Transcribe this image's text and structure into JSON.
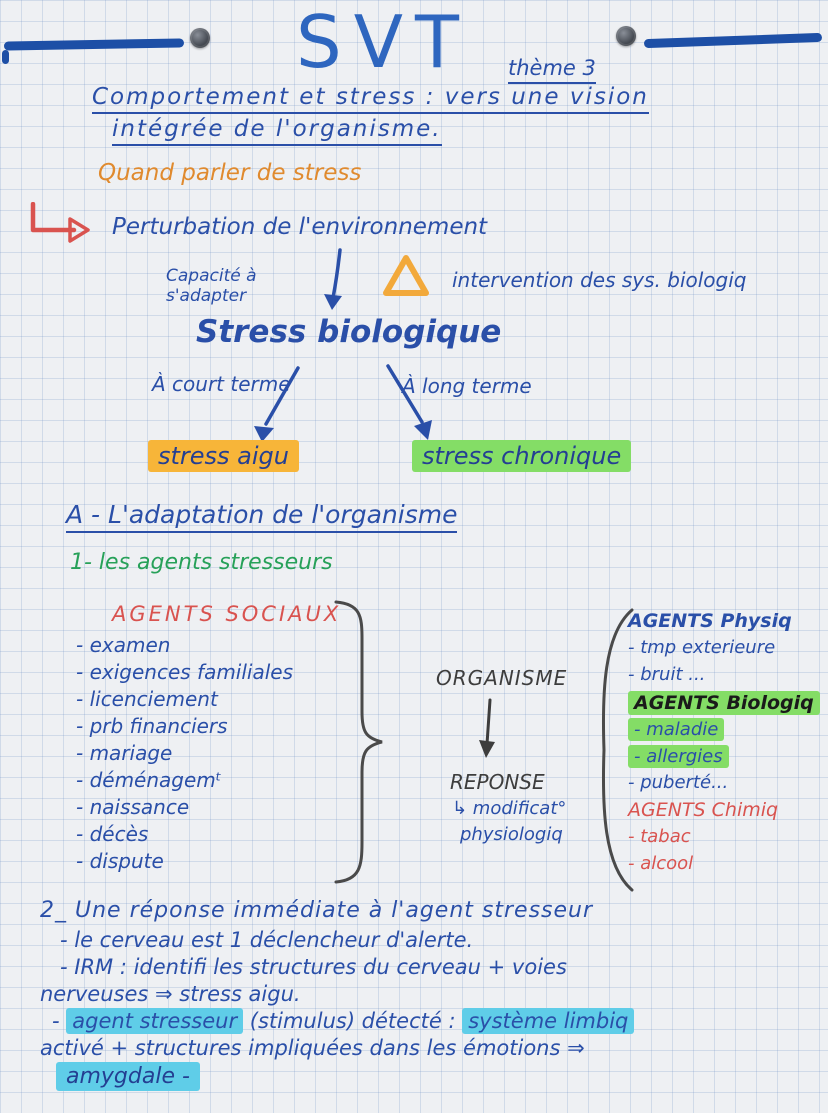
{
  "header": {
    "title": "SVT",
    "theme": "thème 3",
    "subtitle1": "Comportement et stress : vers une vision",
    "subtitle2": "intégrée de l'organisme."
  },
  "intro": {
    "question": "Quand parler de stress",
    "perturbation": "Perturbation de l'environnement",
    "capacite1": "Capacité à",
    "capacite2": "s'adapter",
    "intervention": "intervention des sys. biologiq",
    "stress_bio": "Stress biologique",
    "court": "À court terme",
    "long": "À long terme",
    "aigu": "stress aigu",
    "chronique": "stress chronique"
  },
  "section_a": {
    "title": "A - L'adaptation de l'organisme",
    "subtitle": "1- les agents stresseurs",
    "sociaux_title": "AGENTS SOCIAUX",
    "sociaux": [
      "- examen",
      "- exigences familiales",
      "- licenciement",
      "- prb financiers",
      "- mariage",
      "- déménagemᵗ",
      "- naissance",
      "- décès",
      "- dispute"
    ],
    "organisme": "ORGANISME",
    "reponse": "REPONSE",
    "modification": "↳ modificat°",
    "physio": "physiologiq",
    "physiq_title": "AGENTS Physiq",
    "physiq": [
      "- tmp exterieure",
      "- bruit ..."
    ],
    "bio_title": "AGENTS Biologiq",
    "bio": [
      "- maladie",
      "- allergies"
    ],
    "puberte": "- puberté...",
    "chimiq_title": "AGENTS Chimiq",
    "chimiq": [
      "- tabac",
      "- alcool"
    ]
  },
  "section_2": {
    "title": "2_ Une réponse immédiate à l'agent stresseur",
    "line1": "- le cerveau est 1 déclencheur d'alerte.",
    "line2": "- IRM : identifi les structures du cerveau + voies",
    "line3": "nerveuses ⇒ stress aigu.",
    "line4_dash": "-",
    "line4_h1": "agent stresseur",
    "line4_mid": "(stimulus) détecté :",
    "line4_h2": "système limbiq",
    "line5": "activé + structures impliquées dans les émotions ⇒",
    "line6": "amygdale -"
  },
  "colors": {
    "ink_blue": "#2a4fa8",
    "marker_blue": "#1d4fa6",
    "orange_text": "#e08a2e",
    "red_text": "#d9534f",
    "green_text": "#27a159",
    "hl_orange": "#f7b539",
    "hl_green": "#84dd66",
    "hl_cyan": "#5fcde8"
  }
}
